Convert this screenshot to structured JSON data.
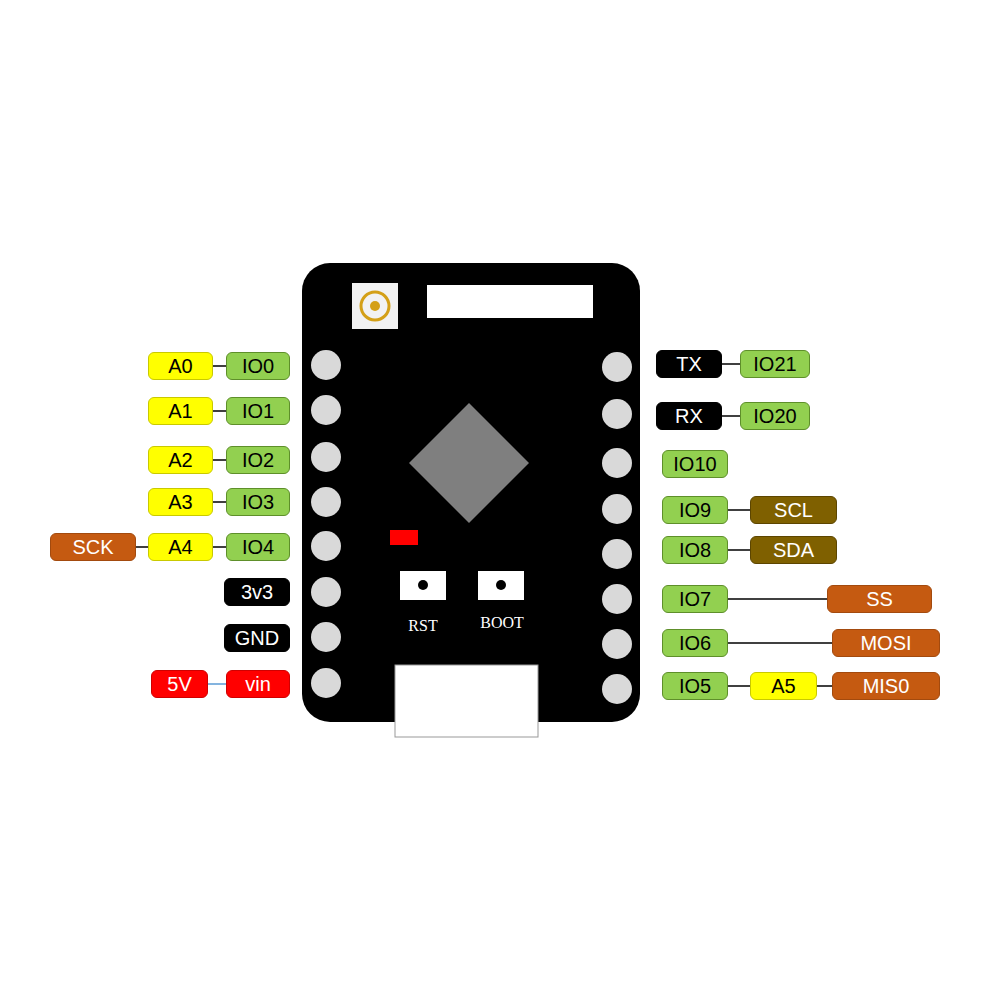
{
  "diagram": {
    "nodes": [
      {
        "text": [
          "A0"
        ]
      },
      {
        "text": [
          "IO0"
        ]
      },
      {
        "text": [
          "A1"
        ]
      },
      {
        "text": [
          "IO1"
        ]
      },
      {
        "text": [
          "A2"
        ]
      },
      {
        "text": [
          "IO2"
        ]
      },
      {
        "text": [
          "A3"
        ]
      },
      {
        "text": [
          "IO3"
        ]
      },
      {
        "text": [
          "SCK"
        ]
      },
      {
        "text": [
          "A4"
        ]
      },
      {
        "text": [
          "IO4"
        ]
      },
      {
        "text": [
          "3v3"
        ]
      },
      {
        "text": [
          "GND"
        ]
      },
      {
        "text": [
          "5V"
        ]
      },
      {
        "text": [
          "vin"
        ]
      },
      {
        "text": [
          "TX"
        ]
      },
      {
        "text": [
          "IO21"
        ]
      },
      {
        "text": [
          "RX"
        ]
      },
      {
        "text": [
          "IO20"
        ]
      },
      {
        "text": [
          "IO10"
        ]
      },
      {
        "text": [
          "IO9"
        ]
      },
      {
        "text": [
          "SCL"
        ]
      },
      {
        "text": [
          "IO8"
        ]
      },
      {
        "text": [
          "SDA"
        ]
      },
      {
        "text": [
          "IO7"
        ]
      },
      {
        "text": [
          "SS"
        ]
      },
      {
        "text": [
          "IO6"
        ]
      },
      {
        "text": [
          "MOSI"
        ]
      },
      {
        "text": [
          "IO5"
        ]
      },
      {
        "text": [
          "A5"
        ]
      },
      {
        "text": [
          "MIS0"
        ]
      }
    ],
    "edges": [
      {
        "from": 0,
        "to": 1,
        "arrow": "none"
      },
      {
        "from": 2,
        "to": 3,
        "arrow": "none"
      },
      {
        "from": 4,
        "to": 5,
        "arrow": "none"
      },
      {
        "from": 6,
        "to": 7,
        "arrow": "none"
      },
      {
        "from": 8,
        "to": 9,
        "arrow": "none"
      },
      {
        "from": 9,
        "to": 10,
        "arrow": "none"
      },
      {
        "from": 13,
        "to": 14,
        "arrow": "none"
      },
      {
        "from": 15,
        "to": 16,
        "arrow": "none"
      },
      {
        "from": 17,
        "to": 18,
        "arrow": "none"
      },
      {
        "from": 20,
        "to": 21,
        "arrow": "none"
      },
      {
        "from": 22,
        "to": 23,
        "arrow": "none"
      },
      {
        "from": 24,
        "to": 25,
        "arrow": "none"
      },
      {
        "from": 26,
        "to": 27,
        "arrow": "none"
      },
      {
        "from": 28,
        "to": 29,
        "arrow": "none"
      },
      {
        "from": 29,
        "to": 30,
        "arrow": "none"
      }
    ],
    "labels": [
      "RST",
      "BOOT"
    ]
  }
}
